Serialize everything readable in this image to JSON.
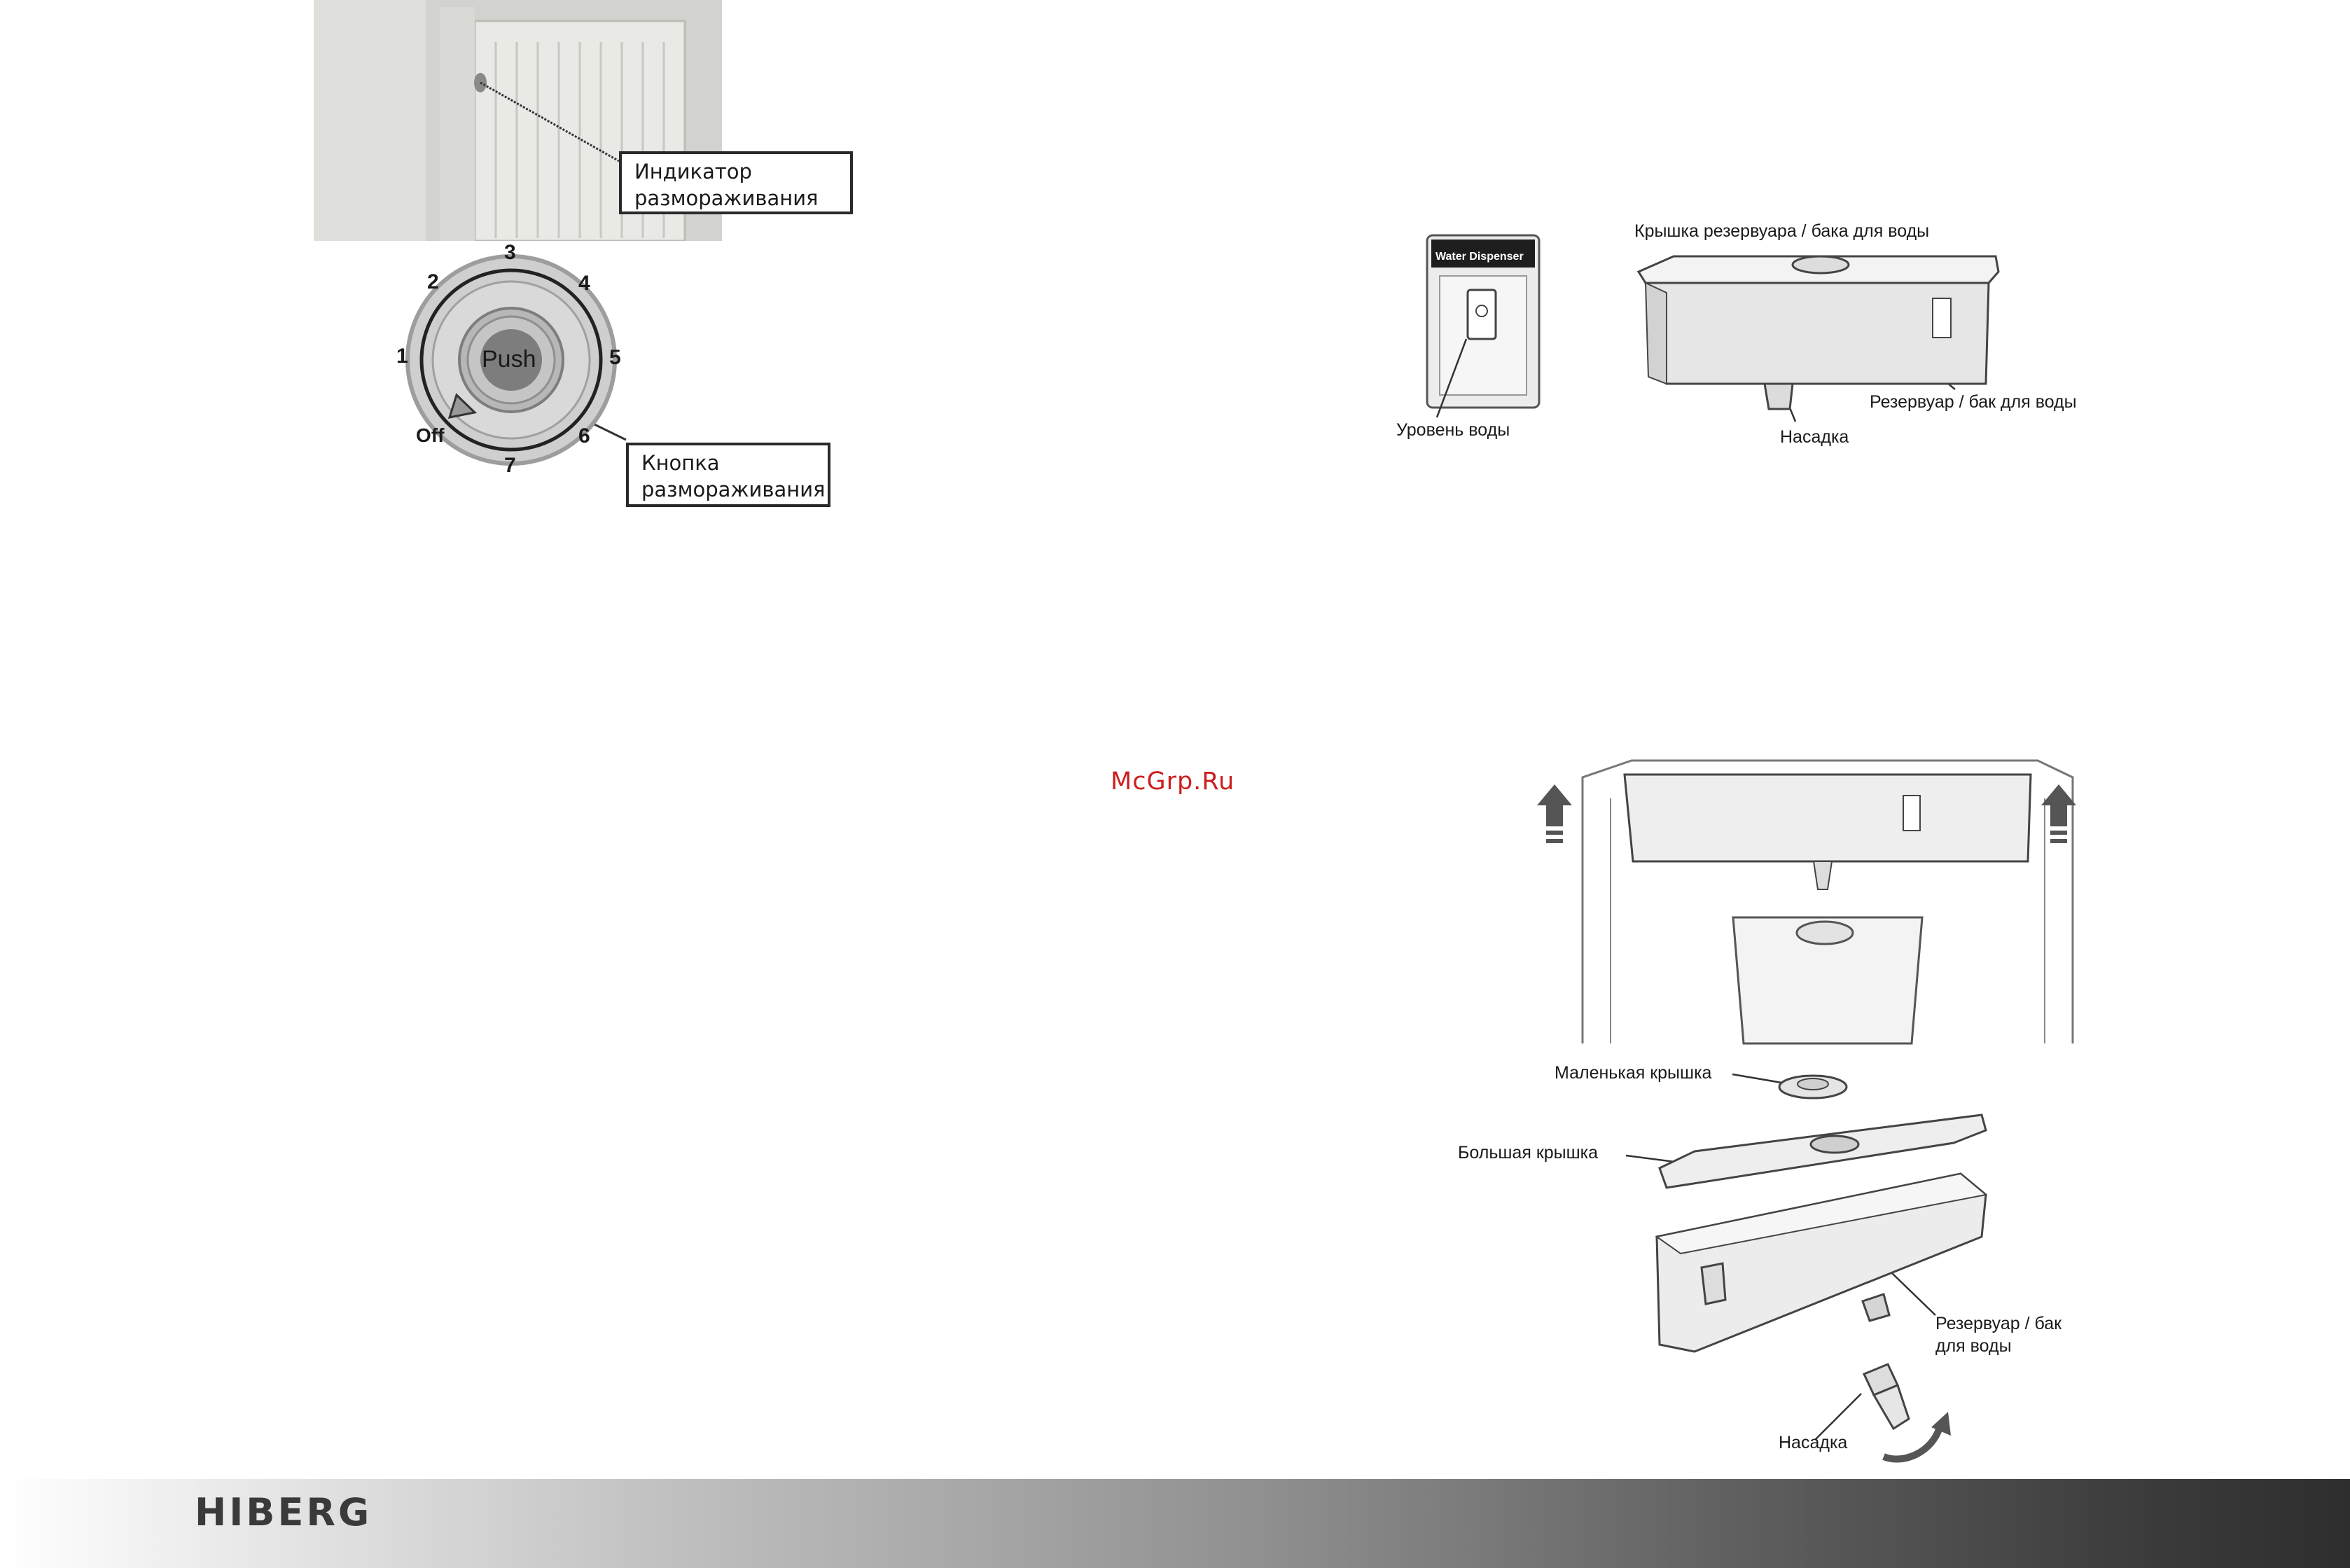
{
  "defrost": {
    "indicator_label": "Индикатор размораживания",
    "button_label": "Кнопка размораживания",
    "dial_numbers": [
      "1",
      "2",
      "3",
      "4",
      "5",
      "6",
      "7"
    ],
    "dial_off": "Off",
    "dial_push": "Push"
  },
  "dispenser": {
    "panel_title": "Water Dispenser",
    "water_level_label": "Уровень воды",
    "tank_lid_label": "Крышка резервуара / бака для воды",
    "tank_label": "Резервуар / бак для воды",
    "nozzle_label": "Насадка"
  },
  "assembly": {
    "small_lid_label": "Маленькая крышка",
    "big_lid_label": "Большая крышка",
    "tank_label_line1": "Резервуар / бак",
    "tank_label_line2": "для воды",
    "nozzle_label": "Насадка"
  },
  "watermark": "McGrp.Ru",
  "footer": {
    "brand": "HIBERG"
  }
}
